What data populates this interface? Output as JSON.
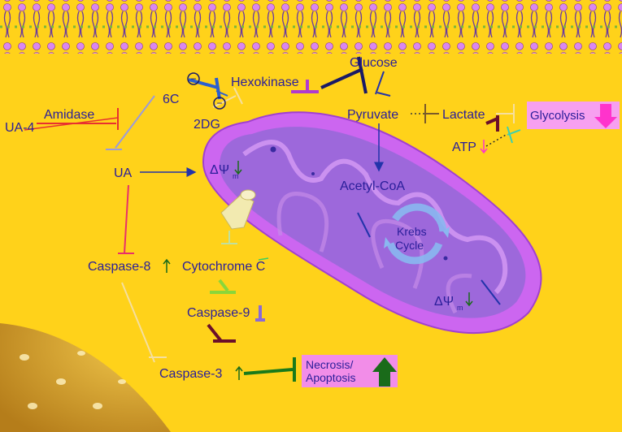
{
  "colors": {
    "background": "#ffd21a",
    "label": "#2a1e9a",
    "membrane": "#a070e0",
    "mito_outer": "#cc66f0",
    "mito_inner": "#9868d8",
    "glycolysis_box": "#f7a0f0",
    "necrosis_box": "#f28de8",
    "down_arrow": "#ff33cc",
    "up_arrow": "#1a6b1a"
  },
  "labels": {
    "glucose": "Glucose",
    "hexokinase": "Hexokinase",
    "six_c": "6C",
    "two_dg": "2DG",
    "amidase": "Amidase",
    "ua4": "UA-4",
    "ua": "UA",
    "pyruvate": "Pyruvate",
    "lactate": "Lactate",
    "glycolysis": "Glycolysis",
    "atp": "ATP",
    "acetyl_coa": "Acetyl-CoA",
    "krebs_line1": "Krebs",
    "krebs_line2": "Cycle",
    "delta_psi": "ΔΨ",
    "delta_psi_sub": "m",
    "caspase8": "Caspase-8",
    "cytochrome_c": "Cytochrome C",
    "caspase9": "Caspase-9",
    "caspase3": "Caspase-3",
    "necrosis_line1": "Necrosis/",
    "necrosis_line2": "Apoptosis",
    "minus": "−"
  }
}
